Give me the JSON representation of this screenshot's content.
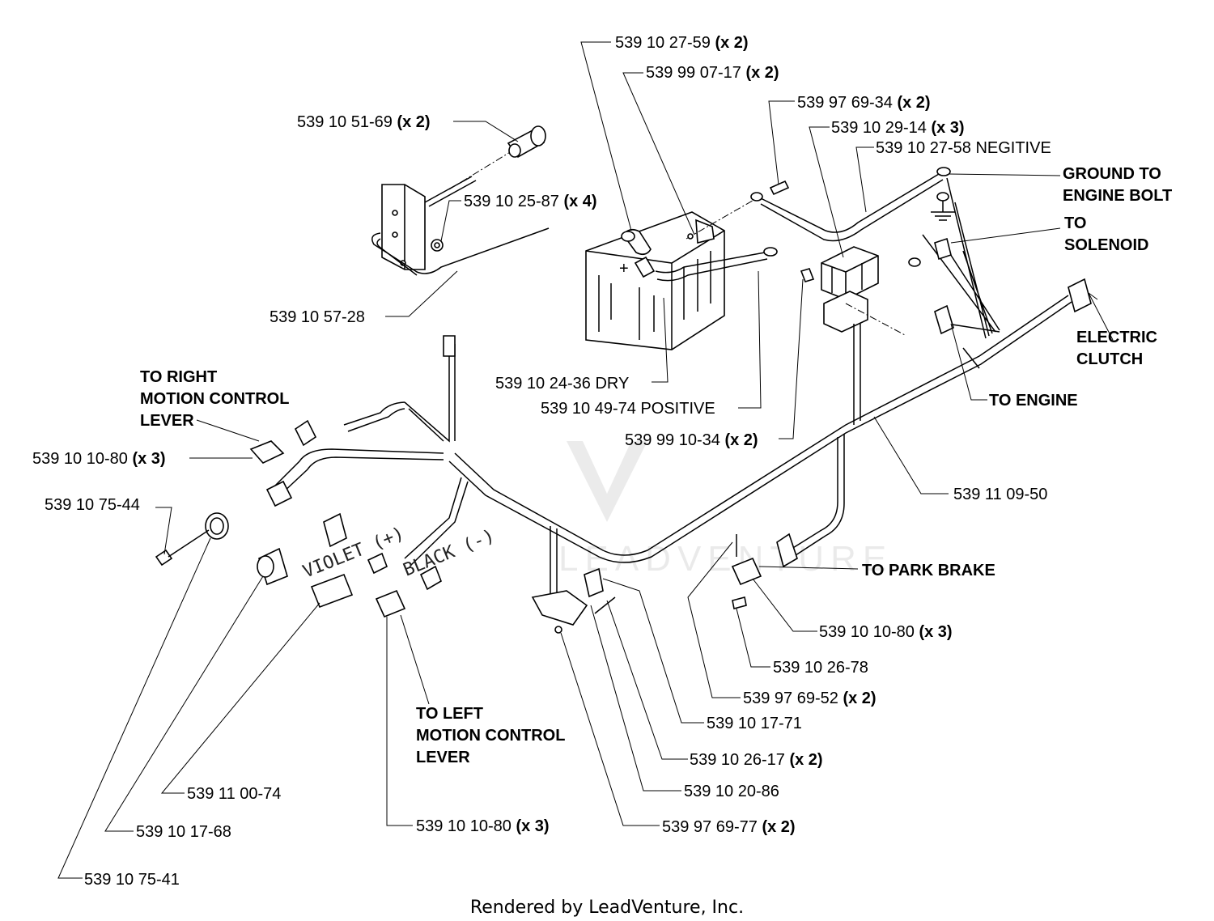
{
  "callouts": {
    "c1": {
      "part": "539 10 27-59",
      "qty": "(x 2)"
    },
    "c2": {
      "part": "539 99 07-17",
      "qty": "(x 2)"
    },
    "c3": {
      "part": "539 97 69-34",
      "qty": "(x 2)"
    },
    "c4": {
      "part": "539 10 29-14",
      "qty": "(x 3)"
    },
    "c5": {
      "part": "539 10 27-58 NEGITIVE",
      "qty": ""
    },
    "c6": {
      "part": "539 10 51-69",
      "qty": "(x 2)"
    },
    "c7": {
      "part": "539 10 25-87",
      "qty": "(x 4)"
    },
    "c8": {
      "part": "539 10 57-28",
      "qty": ""
    },
    "c9": {
      "part": "539 10 24-36 DRY",
      "qty": ""
    },
    "c10": {
      "part": "539 10 49-74 POSITIVE",
      "qty": ""
    },
    "c11": {
      "part": "539 99 10-34",
      "qty": "(x 2)"
    },
    "c12": {
      "part": "539 10 10-80",
      "qty": "(x 3)"
    },
    "c13": {
      "part": "539 10 75-44",
      "qty": ""
    },
    "c14": {
      "part": "539 11 09-50",
      "qty": ""
    },
    "c15": {
      "part": "539 10 10-80",
      "qty": "(x 3)"
    },
    "c16": {
      "part": "539 10 26-78",
      "qty": ""
    },
    "c17": {
      "part": "539 97 69-52",
      "qty": "(x 2)"
    },
    "c18": {
      "part": "539 10 17-71",
      "qty": ""
    },
    "c19": {
      "part": "539 10 26-17",
      "qty": "(x 2)"
    },
    "c20": {
      "part": "539 10 20-86",
      "qty": ""
    },
    "c21": {
      "part": "539 97 69-77",
      "qty": "(x 2)"
    },
    "c22": {
      "part": "539 11 00-74",
      "qty": ""
    },
    "c23": {
      "part": "539 10 17-68",
      "qty": ""
    },
    "c24": {
      "part": "539 10 10-80",
      "qty": "(x 3)"
    },
    "c25": {
      "part": "539 10 75-41",
      "qty": ""
    }
  },
  "destinations": {
    "ground": [
      "GROUND TO",
      "ENGINE BOLT"
    ],
    "solenoid": [
      "TO",
      "SOLENOID"
    ],
    "clutch": [
      "ELECTRIC",
      "CLUTCH"
    ],
    "engine": [
      "TO ENGINE"
    ],
    "right_lever": [
      "TO RIGHT",
      "MOTION CONTROL",
      "LEVER"
    ],
    "park_brake": [
      "TO PARK BRAKE"
    ],
    "left_lever": [
      "TO LEFT",
      "MOTION CONTROL",
      "LEVER"
    ]
  },
  "wire_labels": {
    "violet": "VIOLET (+)",
    "black": "BLACK (-)"
  },
  "battery_sign": "+",
  "watermark": "LEADVENTURE",
  "footer": "Rendered by LeadVenture, Inc."
}
